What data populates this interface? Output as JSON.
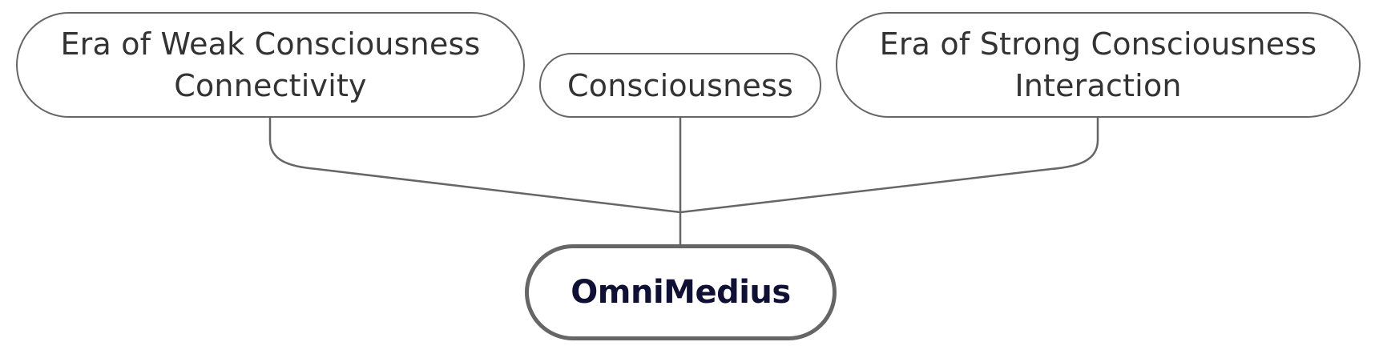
{
  "diagram": {
    "root": {
      "label": "OmniMedius"
    },
    "children": [
      {
        "lines": [
          "Era of Weak Consciousness",
          "Connectivity"
        ]
      },
      {
        "lines": [
          "Consciousness"
        ]
      },
      {
        "lines": [
          "Era of Strong Consciousness",
          "Interaction"
        ]
      }
    ],
    "colors": {
      "connector": "#666666",
      "node_border": "#666666",
      "node_text": "#333333",
      "root_text": "#0f1033",
      "background": "#ffffff"
    }
  }
}
